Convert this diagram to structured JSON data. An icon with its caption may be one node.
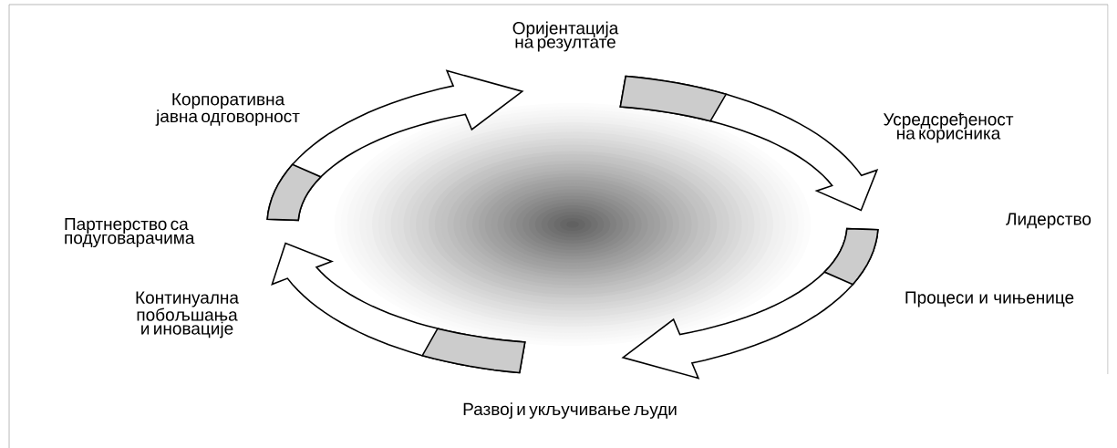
{
  "diagram": {
    "nodes": [
      {
        "text": [
          "Оријентација на резултате"
        ]
      },
      {
        "text": [
          "Корпоративна јавна одговорност"
        ]
      },
      {
        "text": [
          "Усредсређеност на корисника"
        ]
      },
      {
        "text": [
          "Партнерство са подуговарачима"
        ]
      },
      {
        "text": [
          "Лидерство"
        ]
      },
      {
        "text": [
          "Континуална побољшања и иновације"
        ]
      },
      {
        "text": [
          "Процеси и чињенице"
        ]
      },
      {
        "text": [
          "Развој и укључивање људи"
        ]
      }
    ],
    "edges": [
      {
        "from": 1,
        "to": 0,
        "arrow": "to"
      },
      {
        "from": 0,
        "to": 4,
        "arrow": "to"
      },
      {
        "from": 4,
        "to": 7,
        "arrow": "to"
      },
      {
        "from": 7,
        "to": 3,
        "arrow": "to"
      }
    ]
  }
}
